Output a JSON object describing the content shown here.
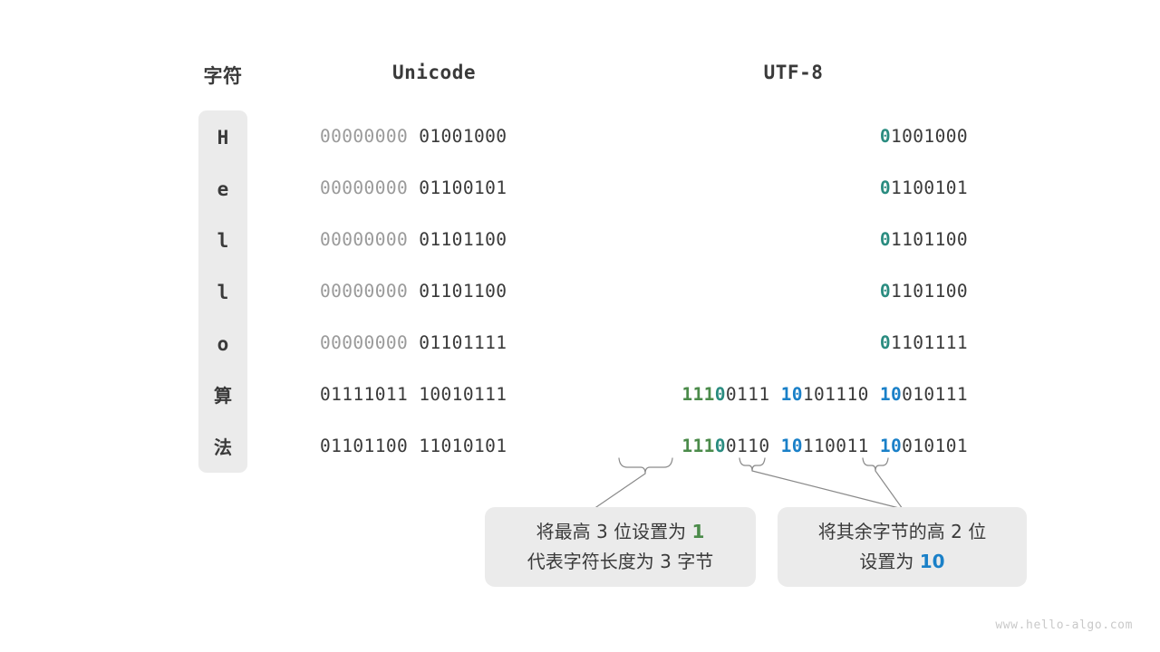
{
  "headers": {
    "char": "字符",
    "unicode": "Unicode",
    "utf8": "UTF-8"
  },
  "rows": [
    {
      "char": "H",
      "unicode_hi": "00000000",
      "unicode_lo": "01001000",
      "utf8_bytes": [
        {
          "marker": "0",
          "marker_color": "teal",
          "rest": "1001000"
        }
      ]
    },
    {
      "char": "e",
      "unicode_hi": "00000000",
      "unicode_lo": "01100101",
      "utf8_bytes": [
        {
          "marker": "0",
          "marker_color": "teal",
          "rest": "1100101"
        }
      ]
    },
    {
      "char": "l",
      "unicode_hi": "00000000",
      "unicode_lo": "01101100",
      "utf8_bytes": [
        {
          "marker": "0",
          "marker_color": "teal",
          "rest": "1101100"
        }
      ]
    },
    {
      "char": "l",
      "unicode_hi": "00000000",
      "unicode_lo": "01101100",
      "utf8_bytes": [
        {
          "marker": "0",
          "marker_color": "teal",
          "rest": "1101100"
        }
      ]
    },
    {
      "char": "o",
      "unicode_hi": "00000000",
      "unicode_lo": "01101111",
      "utf8_bytes": [
        {
          "marker": "0",
          "marker_color": "teal",
          "rest": "1101111"
        }
      ]
    },
    {
      "char": "算",
      "unicode_hi": "01111011",
      "unicode_lo": "10010111",
      "utf8_bytes": [
        {
          "marker": "111",
          "marker_color": "green",
          "marker2": "0",
          "marker2_color": "teal",
          "rest": "0111"
        },
        {
          "marker": "10",
          "marker_color": "blue",
          "rest": "101110"
        },
        {
          "marker": "10",
          "marker_color": "blue",
          "rest": "010111"
        }
      ]
    },
    {
      "char": "法",
      "unicode_hi": "01101100",
      "unicode_lo": "11010101",
      "utf8_bytes": [
        {
          "marker": "111",
          "marker_color": "green",
          "marker2": "0",
          "marker2_color": "teal",
          "rest": "0110"
        },
        {
          "marker": "10",
          "marker_color": "blue",
          "rest": "110011"
        },
        {
          "marker": "10",
          "marker_color": "blue",
          "rest": "010101"
        }
      ]
    }
  ],
  "callouts": [
    {
      "line1_a": "将最高 3 位设置为 ",
      "line1_b": "1",
      "line1_b_color": "green",
      "line2_a": "代表字符长度为 3 字节",
      "line2_b": "",
      "line2_b_color": ""
    },
    {
      "line1_a": "将其余字节的高 2 位",
      "line1_b": "",
      "line1_b_color": "",
      "line2_a": "设置为 ",
      "line2_b": "10",
      "line2_b_color": "blue"
    }
  ],
  "watermark": "www.hello-algo.com",
  "colors": {
    "teal": "#2a8c80",
    "green": "#4b8b4a",
    "blue": "#1a80c8",
    "text": "#3a3a3a",
    "dim": "#9a9a9a",
    "box": "#ebebeb",
    "line": "#8a8a8a"
  }
}
